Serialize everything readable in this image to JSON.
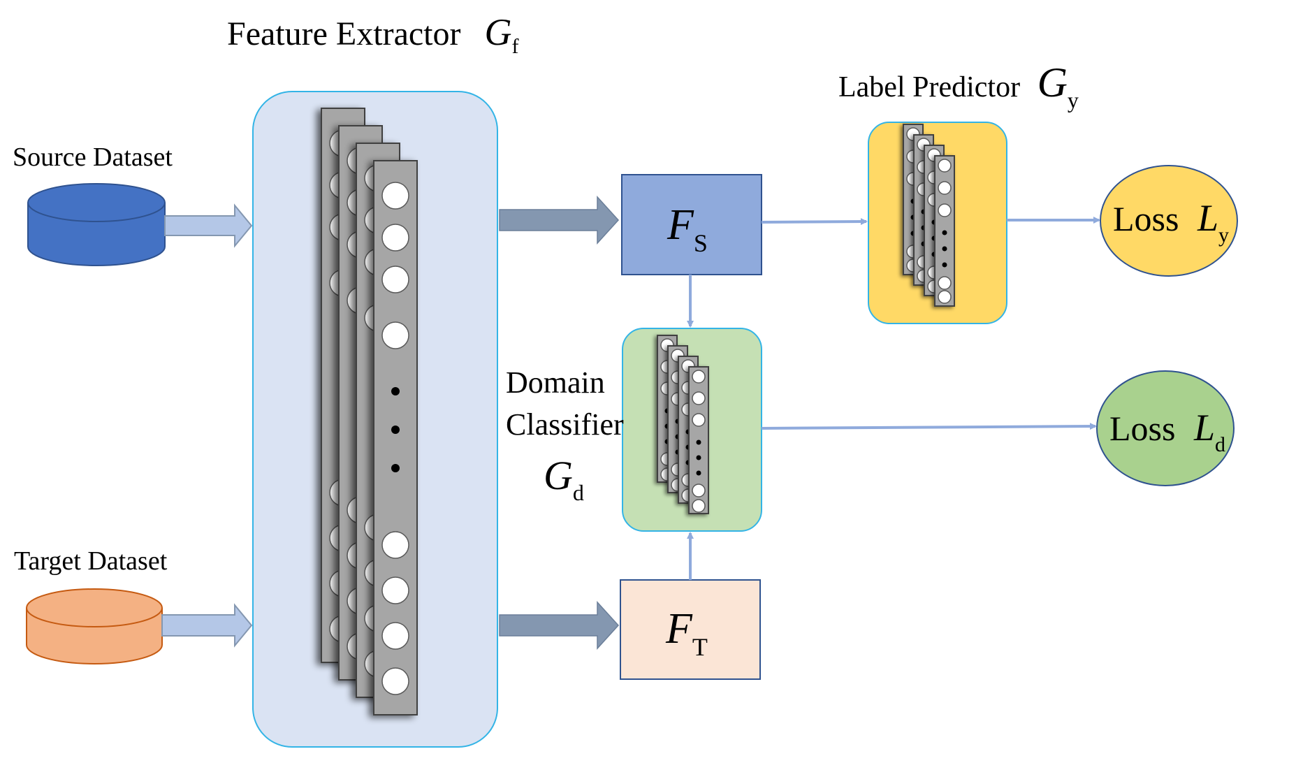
{
  "feature_extractor": {
    "label": "Feature Extractor",
    "symbol": "G",
    "subscript": "f"
  },
  "source_dataset": {
    "label": "Source Dataset"
  },
  "target_dataset": {
    "label": "Target Dataset"
  },
  "source_features": {
    "symbol": "F",
    "subscript": "S"
  },
  "target_features": {
    "symbol": "F",
    "subscript": "T"
  },
  "label_predictor": {
    "label": "Label Predictor",
    "symbol": "G",
    "subscript": "y"
  },
  "domain_classifier": {
    "line1": "Domain",
    "line2": "Classifier",
    "symbol": "G",
    "subscript": "d"
  },
  "loss_y": {
    "label": "Loss",
    "symbol": "L",
    "subscript": "y"
  },
  "loss_d": {
    "label": "Loss",
    "symbol": "L",
    "subscript": "d"
  },
  "colors": {
    "extractor_fill": "#dae3f3",
    "extractor_border": "#33b4e6",
    "source_db": "#4472c4",
    "target_db": "#f4b183",
    "fs_fill": "#8faadc",
    "ft_fill": "#fbe5d6",
    "label_pred_fill": "#ffd966",
    "domain_cls_fill": "#c5e0b4",
    "loss_y_fill": "#ffd966",
    "loss_d_fill": "#a9d18e",
    "arrow": "#8faadc",
    "block_arrow": "#8497b0",
    "layer_fill": "#a6a6a6"
  }
}
